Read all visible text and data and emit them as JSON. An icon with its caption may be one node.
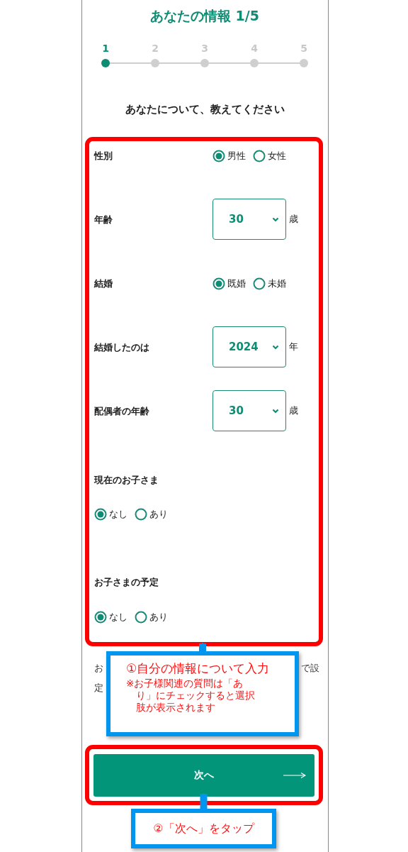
{
  "diagram": {
    "title": "あなたの情報 1/5",
    "nodes": [
      {
        "text": [],
        "shape": "box"
      },
      {
        "text": [
          "30"
        ],
        "in": 0,
        "beside": [
          "歳"
        ]
      },
      {
        "text": [
          "2024"
        ],
        "in": 0,
        "beside": [
          "年"
        ]
      },
      {
        "text": [
          "30"
        ],
        "in": 0,
        "beside": [
          "歳"
        ]
      },
      {
        "text": [
          "①自分の情報について入力",
          "※お子様関連の質問は「あり」にチェックすると選択肢が表示されます"
        ]
      },
      {
        "text": [],
        "shape": "box"
      },
      {
        "text": [
          "次へ"
        ],
        "in": 5
      },
      {
        "text": [
          "②「次へ」をタップ"
        ]
      }
    ],
    "edges": [
      {
        "from": 4,
        "to": 0,
        "arrow": "to"
      },
      {
        "from": 7,
        "to": 6,
        "arrow": "to"
      }
    ],
    "labels": [
      "1",
      "2",
      "3",
      "4",
      "5",
      "あなたについて、教えてください",
      "性別",
      "男性",
      "女性",
      "年齢",
      "結婚",
      "既婚",
      "未婚",
      "結婚したのは",
      "配偶者の年齢",
      "現在のお子さま",
      "なし",
      "あり",
      "お子さまの予定",
      "なし",
      "あり",
      "お",
      "で設",
      "定"
    ]
  }
}
